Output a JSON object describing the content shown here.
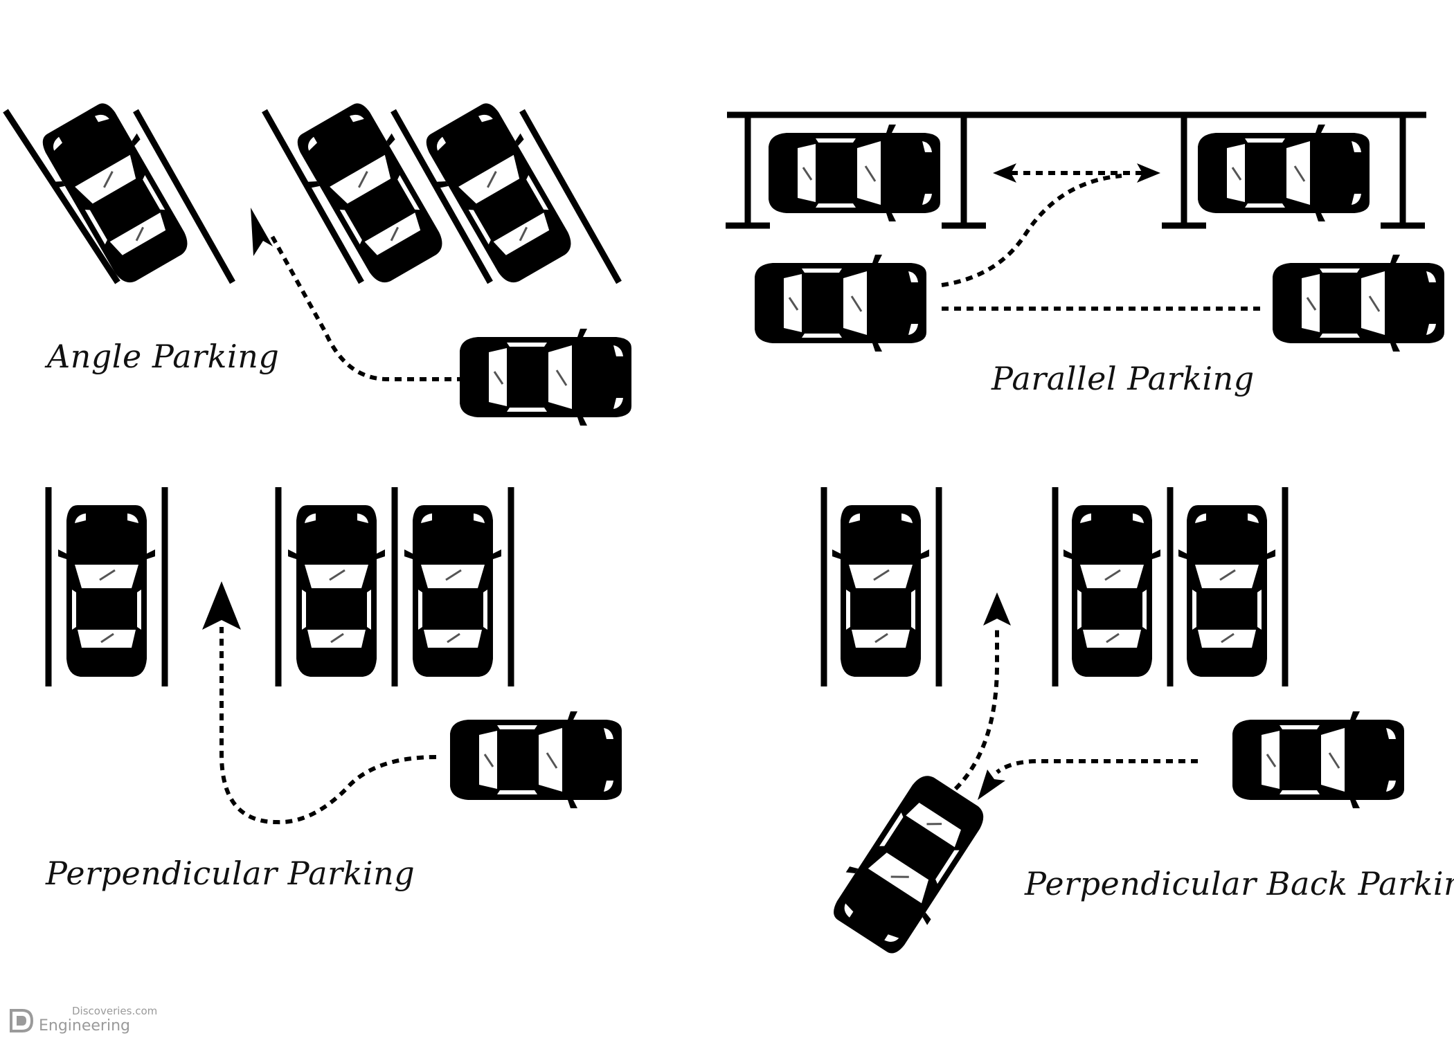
{
  "labels": {
    "angle": "Angle Parking",
    "parallel": "Parallel Parking",
    "perpendicular": "Perpendicular Parking",
    "perpendicular_back": "Perpendicular Back Parking"
  },
  "watermark": {
    "line1": "Discoveries.com",
    "line2": "Engineering"
  },
  "colors": {
    "ink": "#000000",
    "paper": "#ffffff",
    "watermark": "#9a9a9a"
  }
}
